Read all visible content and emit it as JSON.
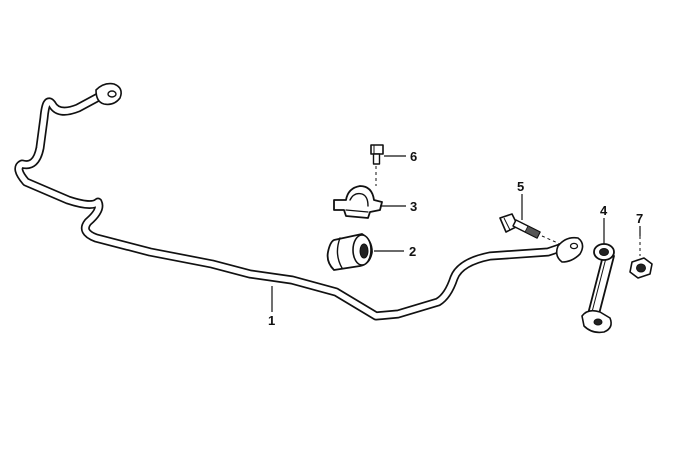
{
  "diagram": {
    "callouts": {
      "sway_bar": "1",
      "bushing": "2",
      "bracket": "3",
      "link": "4",
      "bolt": "5",
      "bracket_bolt": "6",
      "nut": "7"
    },
    "parts": [
      "sway-bar",
      "bushing",
      "bracket",
      "link",
      "bolt",
      "bracket-bolt",
      "nut"
    ]
  }
}
